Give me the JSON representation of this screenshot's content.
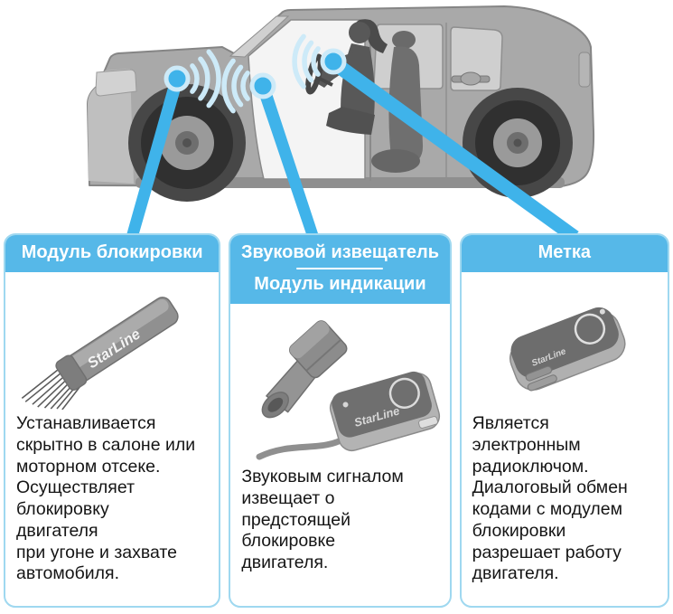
{
  "brand": "StarLine",
  "colors": {
    "accent": "#3fb3ea",
    "header_blue": "#56b8e8",
    "panel_border": "#9fd8f0",
    "wave": "#cdeaf8"
  },
  "panels": [
    {
      "header": "Модуль блокировки",
      "body": "Устанавливается\nскрытно в салоне или\nмоторном отсеке.\nОсуществляет\nблокировку\nдвигателя\nпри угоне и захвате\nавтомобиля."
    },
    {
      "header_line1": "Звуковой извещатель",
      "header_line2": "Модуль индикации",
      "body": "Звуковым сигналом\nизвещает о\nпредстоящей\nблокировке\nдвигателя."
    },
    {
      "header": "Метка",
      "body": "Является\nэлектронным\nрадиоключом.\nДиалоговый обмен\nкодами с модулем\nблокировки\nразрешает работу\nдвигателя."
    }
  ]
}
